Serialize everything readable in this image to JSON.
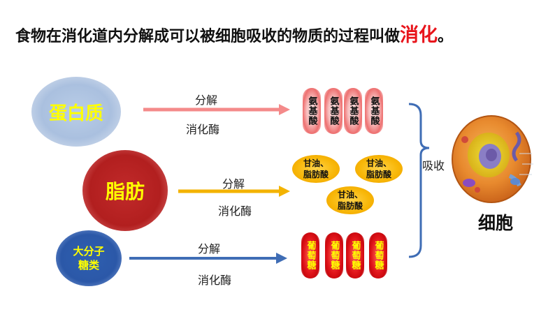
{
  "title": {
    "prefix": "食物在消化道内分解成可以被细胞吸收的物质的过程叫做",
    "highlight": "消化",
    "suffix": "。"
  },
  "nutrients": {
    "protein": "蛋白质",
    "fat": "脂肪",
    "sugar_line1": "大分子",
    "sugar_line2": "糖类"
  },
  "arrows": [
    {
      "top_label": "分解",
      "bottom_label": "消化酶",
      "color": "#f48a8a"
    },
    {
      "top_label": "分解",
      "bottom_label": "消化酶",
      "color": "#f3b300"
    },
    {
      "top_label": "分解",
      "bottom_label": "消化酶",
      "color": "#3f6db5"
    }
  ],
  "products": {
    "amino_acid": [
      "氨基酸",
      "氨基酸",
      "氨基酸",
      "氨基酸"
    ],
    "glycerol_fatty_acid_line1": [
      "甘油、",
      "甘油、",
      "甘油、"
    ],
    "glycerol_fatty_acid_line2": [
      "脂肪酸",
      "脂肪酸",
      "脂肪酸"
    ],
    "glucose": [
      "葡萄糖",
      "葡萄糖",
      "葡萄糖",
      "葡萄糖"
    ]
  },
  "absorb_label": "吸收",
  "cell_label": "细胞",
  "colors": {
    "highlight": "#e8141b",
    "text_yellow": "#ffff00",
    "bracket": "#3f6db5"
  }
}
